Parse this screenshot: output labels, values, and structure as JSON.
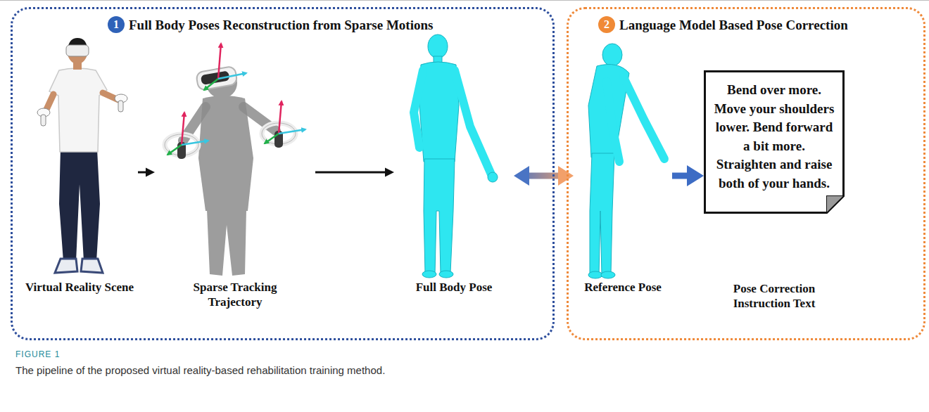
{
  "diagram": {
    "caption": "The pipeline of the proposed virtual reality-based rehabilitation training method.",
    "nodes": [
      {
        "text": [
          "Full Body Poses Reconstruction from Sparse Motions"
        ]
      },
      {
        "text": [
          "1"
        ],
        "in": 0
      },
      {
        "text": [
          "Virtual Reality Scene"
        ],
        "in": 0
      },
      {
        "text": [
          "Sparse Tracking Trajectory"
        ],
        "in": 0
      },
      {
        "text": [
          "Full Body Pose"
        ],
        "in": 0
      },
      {
        "text": [
          "Language Model Based Pose Correction"
        ]
      },
      {
        "text": [
          "2"
        ],
        "in": 5
      },
      {
        "text": [
          "Reference Pose"
        ],
        "in": 5
      },
      {
        "text": [
          "Bend over more. Move your shoulders lower. Bend forward a bit more. Straighten and raise both of your hands.",
          "Pose Correction Instruction Text"
        ],
        "in": 5
      }
    ],
    "edges": [
      {
        "from": 2,
        "to": 3,
        "arrow": "to"
      },
      {
        "from": 3,
        "to": 4,
        "arrow": "to"
      },
      {
        "from": 4,
        "to": 7,
        "arrow": "both"
      },
      {
        "from": 7,
        "to": 8,
        "arrow": "to"
      }
    ],
    "labels": [
      "FIGURE 1"
    ]
  }
}
